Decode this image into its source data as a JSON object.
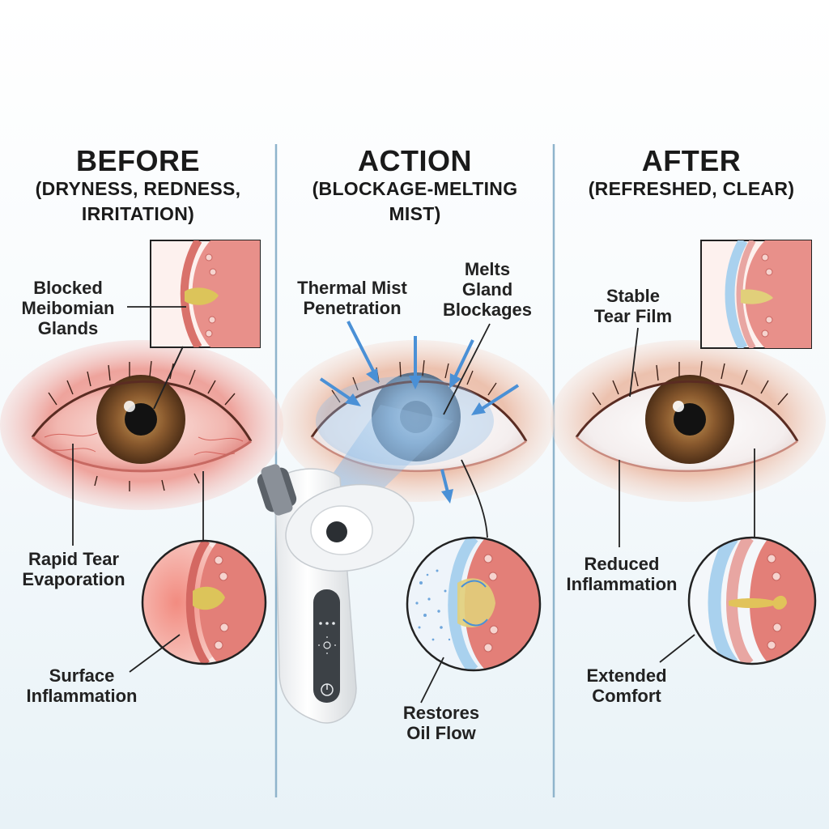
{
  "columns": [
    {
      "heading": "BEFORE",
      "subheading": [
        "(DRYNESS, REDNESS,",
        "IRRITATION)"
      ],
      "labels": {
        "top": [
          "Blocked",
          "Meibomian",
          "Glands"
        ],
        "middle": [
          "Rapid Tear",
          "Evaporation"
        ],
        "bottom": [
          "Surface",
          "Inflammation"
        ]
      }
    },
    {
      "heading": "ACTION",
      "subheading": [
        "(BLOCKAGE-MELTING",
        "MIST)"
      ],
      "labels": {
        "left": [
          "Thermal Mist",
          "Penetration"
        ],
        "right": [
          "Melts",
          "Gland",
          "Blockages"
        ],
        "bottom": [
          "Restores",
          "Oil Flow"
        ]
      }
    },
    {
      "heading": "AFTER",
      "subheading": [
        "(REFRESHED, CLEAR)"
      ],
      "labels": {
        "top": [
          "Stable",
          "Tear Film"
        ],
        "middle": [
          "Reduced",
          "Inflammation"
        ],
        "bottom": [
          "Extended",
          "Comfort"
        ]
      }
    }
  ],
  "colors": {
    "divider": "#8fb4cc",
    "inflamed": "#e5787a",
    "tissue": "#e8a6a2",
    "blockage": "#dcc45a",
    "mist": "#4a90d6",
    "tear_film": "#a9d1ee",
    "iris": "#8a5a2e"
  },
  "icons": [
    "red-eye-illustration",
    "mist-arrow-icon",
    "eye-mist-device",
    "gland-magnifier-icon",
    "power-icon",
    "sun-icon",
    "healthy-eye-illustration"
  ]
}
